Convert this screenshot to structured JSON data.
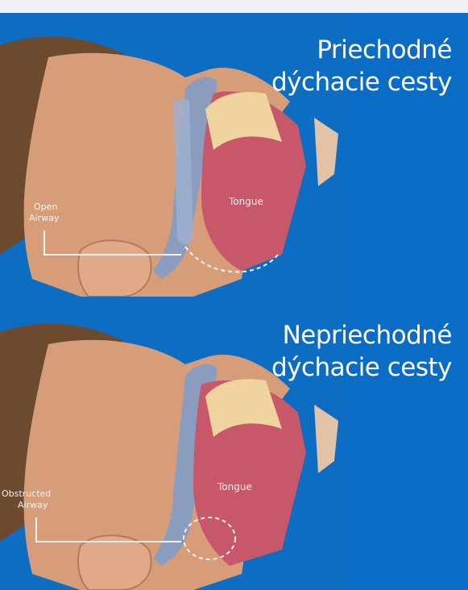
{
  "captions": {
    "open": [
      "Priechodné",
      "dýchacie cesty"
    ],
    "obstructed": [
      "Nepriechodné",
      "dýchacie cesty"
    ]
  },
  "panels": {
    "open": {
      "airway_label": [
        "Open",
        "Airway"
      ],
      "tongue_label": "Tongue"
    },
    "obstructed": {
      "airway_label": [
        "Obstructed",
        "Airway"
      ],
      "tongue_label": "Tongue"
    }
  },
  "colors": {
    "background_blue": "#0a6cc4",
    "skin": "#d9a07c",
    "tongue": "#c95a6a",
    "airway": "#7f93b5"
  }
}
